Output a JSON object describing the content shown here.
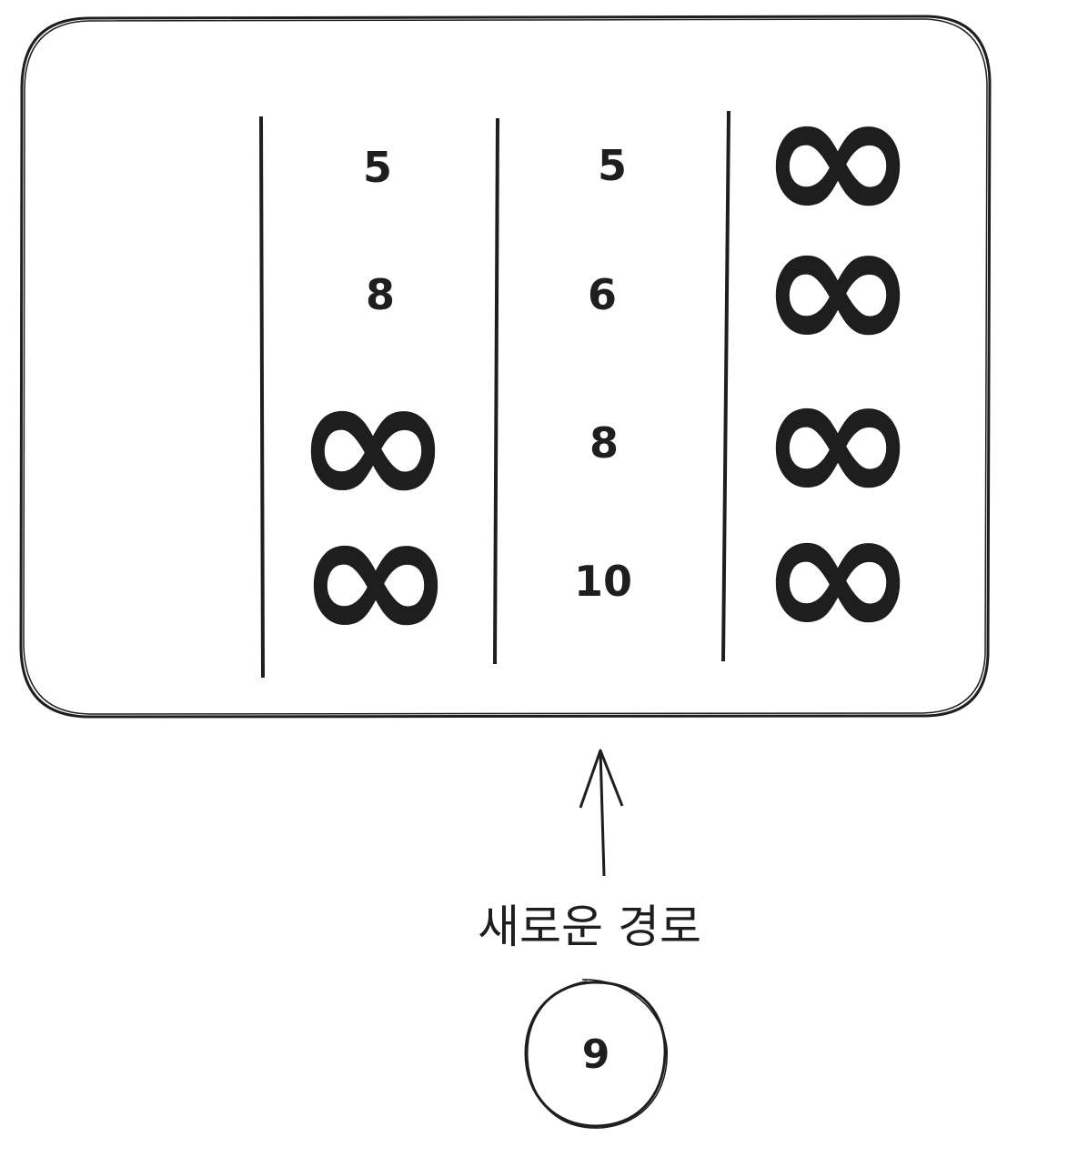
{
  "table": {
    "columns": [
      {
        "cells": []
      },
      {
        "cells": [
          "5",
          "8",
          "∞",
          "∞"
        ]
      },
      {
        "cells": [
          "5",
          "6",
          "8",
          "10"
        ]
      },
      {
        "cells": [
          "∞",
          "∞",
          "∞",
          "∞"
        ]
      }
    ]
  },
  "arrow": {
    "label": "새로운 경로"
  },
  "node": {
    "value": "9"
  },
  "colors": {
    "ink": "#1e1e1e",
    "background": "#ffffff"
  }
}
